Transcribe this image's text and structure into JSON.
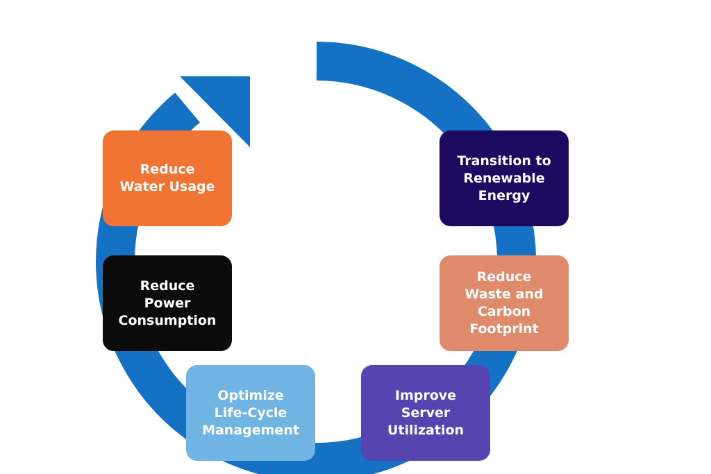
{
  "colors": {
    "ring": "#1471c4",
    "renewable": "#1c0a61",
    "waste": "#e08a6c",
    "server": "#5644b0",
    "lifecycle": "#6fb4e2",
    "power": "#0b0b0b",
    "water": "#f17434"
  },
  "steps": [
    {
      "label": "Transition to Renewable Energy"
    },
    {
      "label": "Reduce Waste and Carbon Footprint"
    },
    {
      "label": "Improve Server Utilization"
    },
    {
      "label": "Optimize Life-Cycle Management"
    },
    {
      "label": "Reduce Power Consumption"
    },
    {
      "label": "Reduce Water Usage"
    }
  ]
}
